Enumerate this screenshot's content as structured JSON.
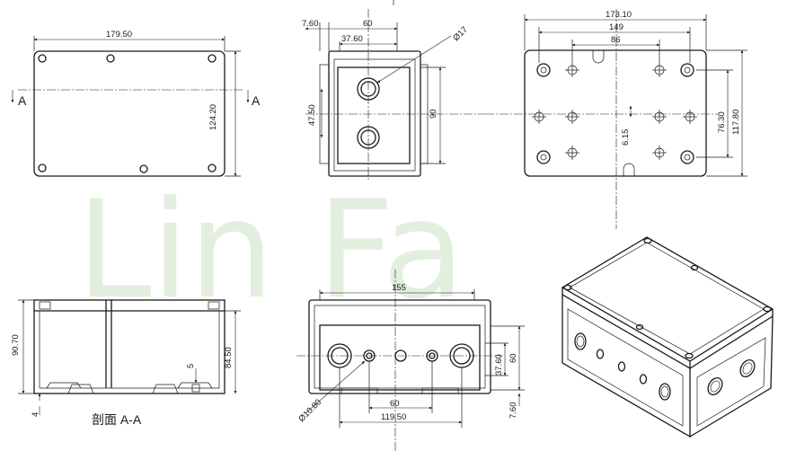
{
  "watermark": "Lin Fa",
  "top_view": {
    "width_label": "179.50",
    "height_label": "124.20",
    "section_left": "A",
    "section_right": "A"
  },
  "front_view": {
    "dim_a": "7.60",
    "dim_b": "60",
    "dim_c": "37.60",
    "hole_dia": "Ø17",
    "dim_d": "47.50",
    "dim_e": "90"
  },
  "bottom_view": {
    "dim_w1": "173.10",
    "dim_w2": "149",
    "dim_w3": "86",
    "dim_h1": "76.30",
    "dim_h2": "117.80",
    "dim_small": "6.15"
  },
  "section_view": {
    "dim_h1": "90.70",
    "dim_h2": "84.50",
    "dim_small": "5",
    "dim_bottom": "4",
    "caption": "剖面 A-A"
  },
  "side_view": {
    "dim_top": "155",
    "dim_hole": "Ø10.80",
    "dim_h1": "37.60",
    "dim_h2": "60",
    "dim_w1": "60",
    "dim_w2": "119.50",
    "dim_small": "7.60"
  }
}
